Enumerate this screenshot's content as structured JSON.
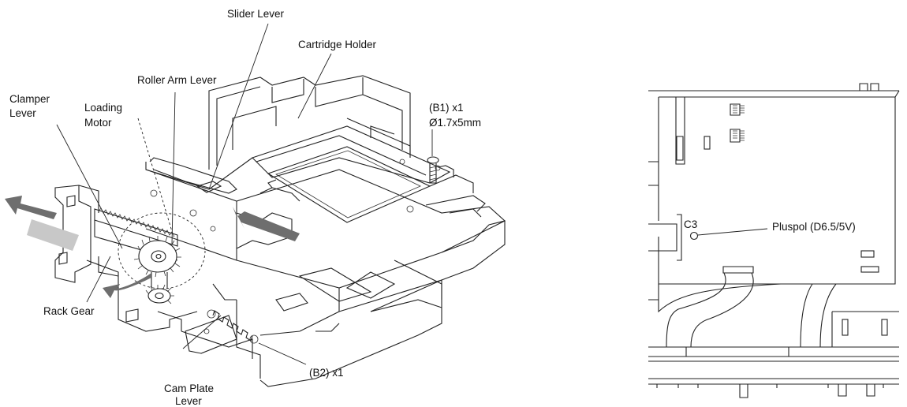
{
  "left_figure": {
    "labels": {
      "slider_lever": "Slider Lever",
      "cartridge_holder": "Cartridge Holder",
      "roller_arm_lever": "Roller Arm Lever",
      "clamper_lever_line1": "Clamper",
      "clamper_lever_line2": "Lever",
      "loading_motor_line1": "Loading",
      "loading_motor_line2": "Motor",
      "screw_b1_line1": "(B1) x1",
      "screw_b1_line2": "Ø1.7x5mm",
      "rack_gear": "Rack Gear",
      "cam_plate_lever_line1": "Cam Plate",
      "cam_plate_lever_line2": "Lever",
      "screw_b2": "(B2) x1"
    }
  },
  "right_figure": {
    "labels": {
      "capacitor": "C3",
      "test_point": "Pluspol (D6.5/5V)"
    }
  },
  "colors": {
    "line": "#222222",
    "arrow_dark": "#6e6e6e",
    "arrow_light": "#c8c8c8",
    "background": "#ffffff"
  }
}
